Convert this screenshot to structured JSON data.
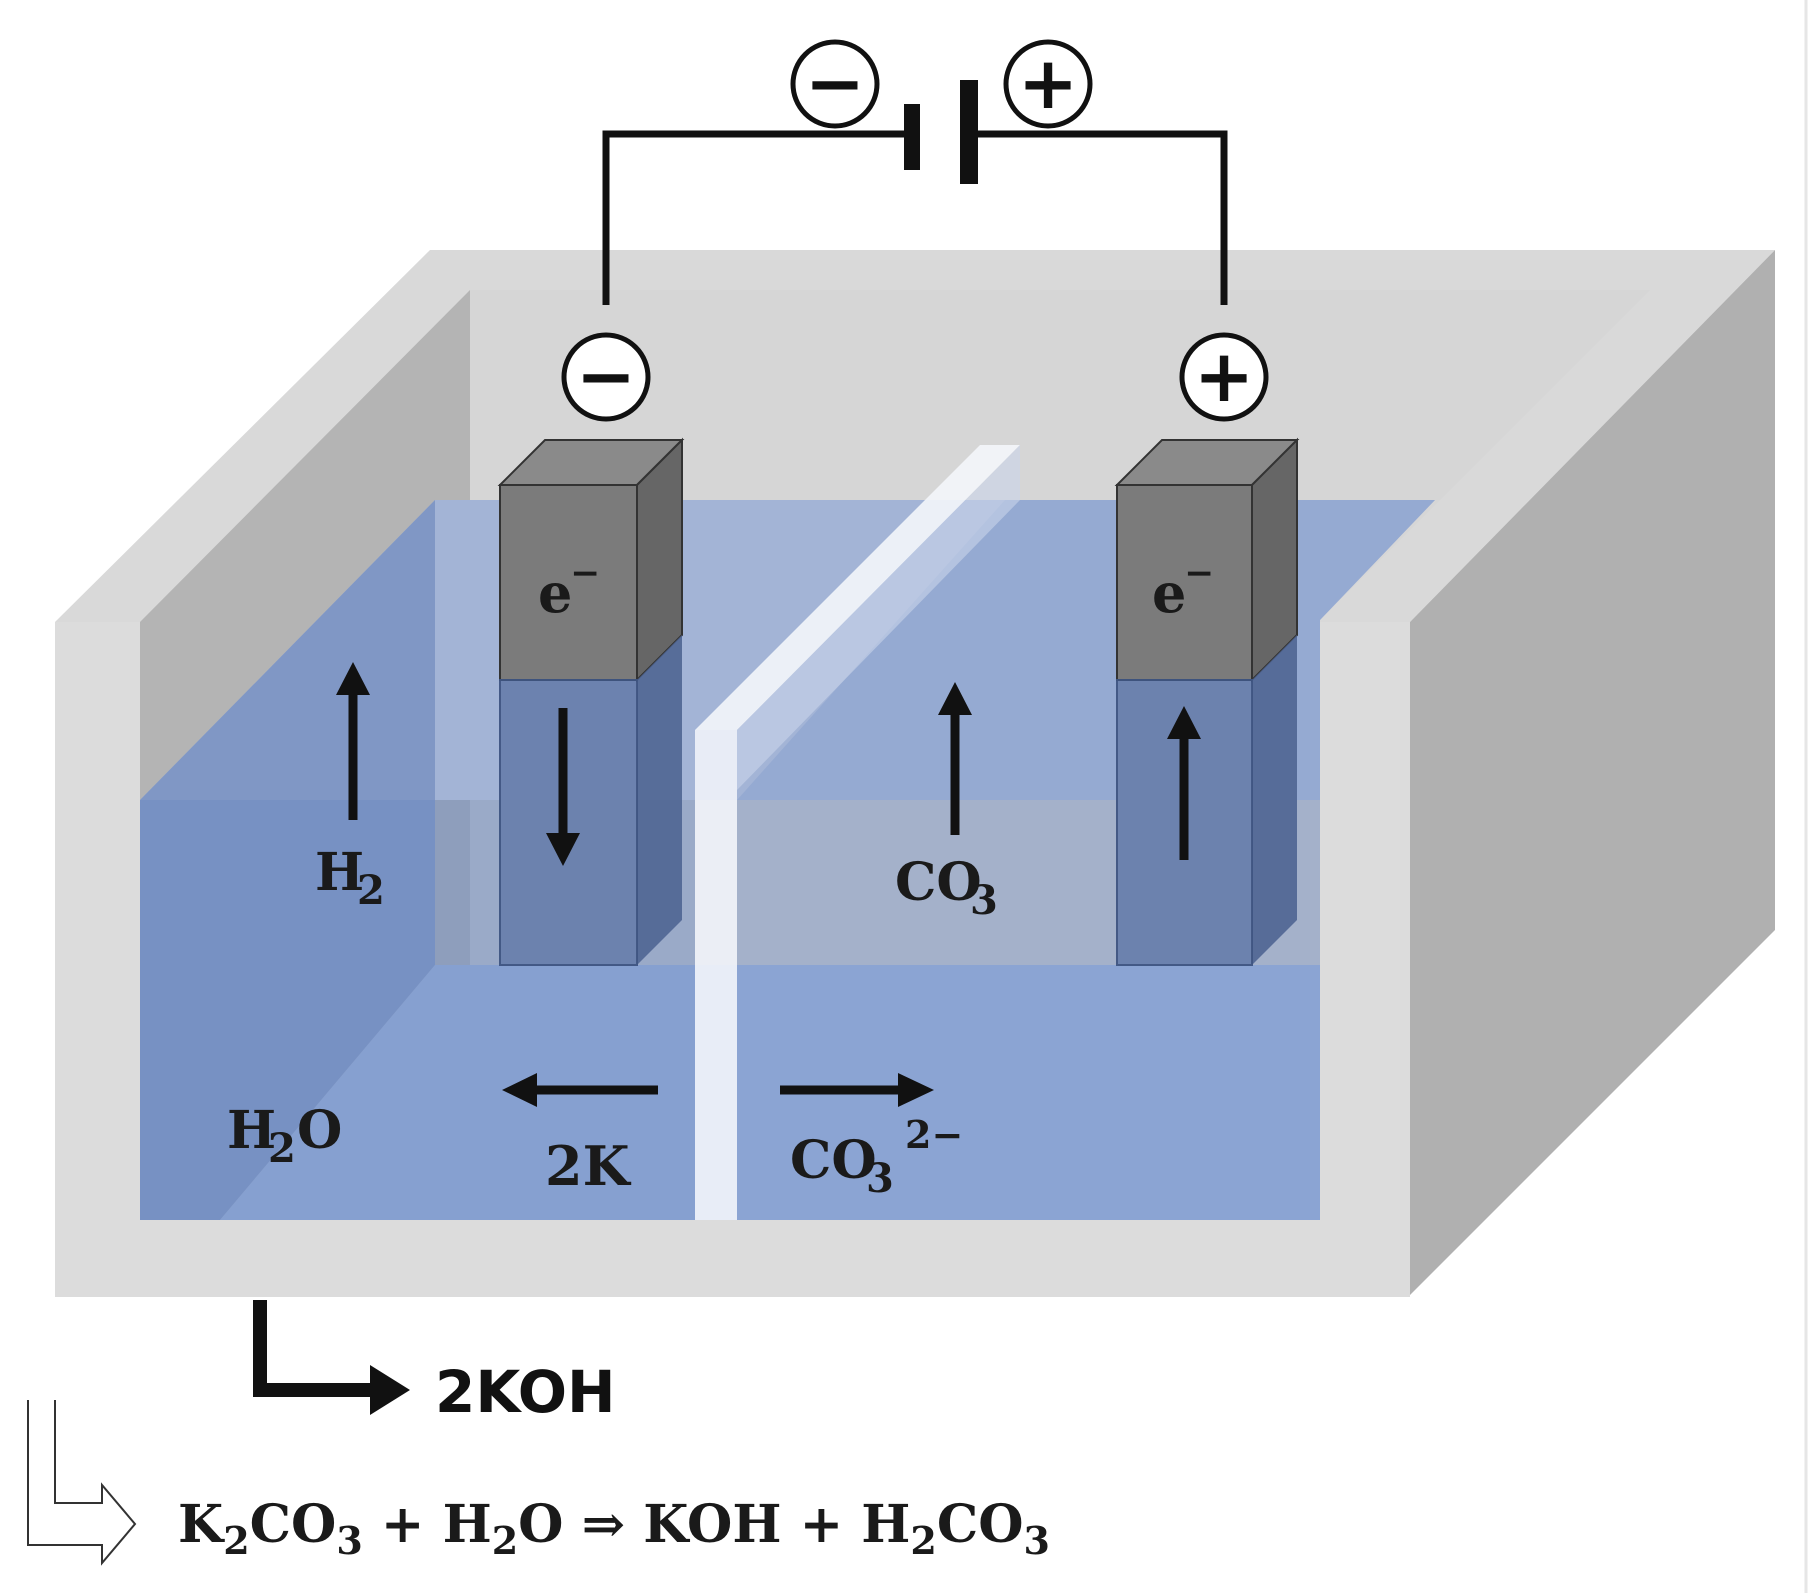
{
  "battery": {
    "negative_symbol": "−",
    "positive_symbol": "+"
  },
  "electrodes": {
    "cathode": {
      "symbol": "−",
      "electron_label": "e",
      "electron_sup": "−"
    },
    "anode": {
      "symbol": "+",
      "electron_label": "e",
      "electron_sup": "−"
    }
  },
  "labels": {
    "h2": {
      "main": "H",
      "sub": "2"
    },
    "co3_up": {
      "main": "CO",
      "sub": "3"
    },
    "h2o": {
      "main": "H",
      "sub": "2",
      "tail": "O"
    },
    "k2": "2K",
    "co3_ion": {
      "main": "CO",
      "sub": "3",
      "sup": "2−"
    }
  },
  "output": {
    "label": "2KOH"
  },
  "equation": {
    "p1": "K",
    "s1": "2",
    "p2": "CO",
    "s2": "3",
    "p3": " + H",
    "s3": "2",
    "p4": "O ⇒ KOH + H",
    "s4": "2",
    "p5": "CO",
    "s5": "3"
  },
  "colors": {
    "tank_light": "#dcdcdc",
    "tank_side": "#b0b0b0",
    "tank_inner_wall": "#b8b8b8",
    "water": "#8fa7d4",
    "water_front": "#a2b8e1",
    "electrode_top": "#7d7d7d",
    "electrode_side": "#666666",
    "membrane": "#eef1f8"
  }
}
